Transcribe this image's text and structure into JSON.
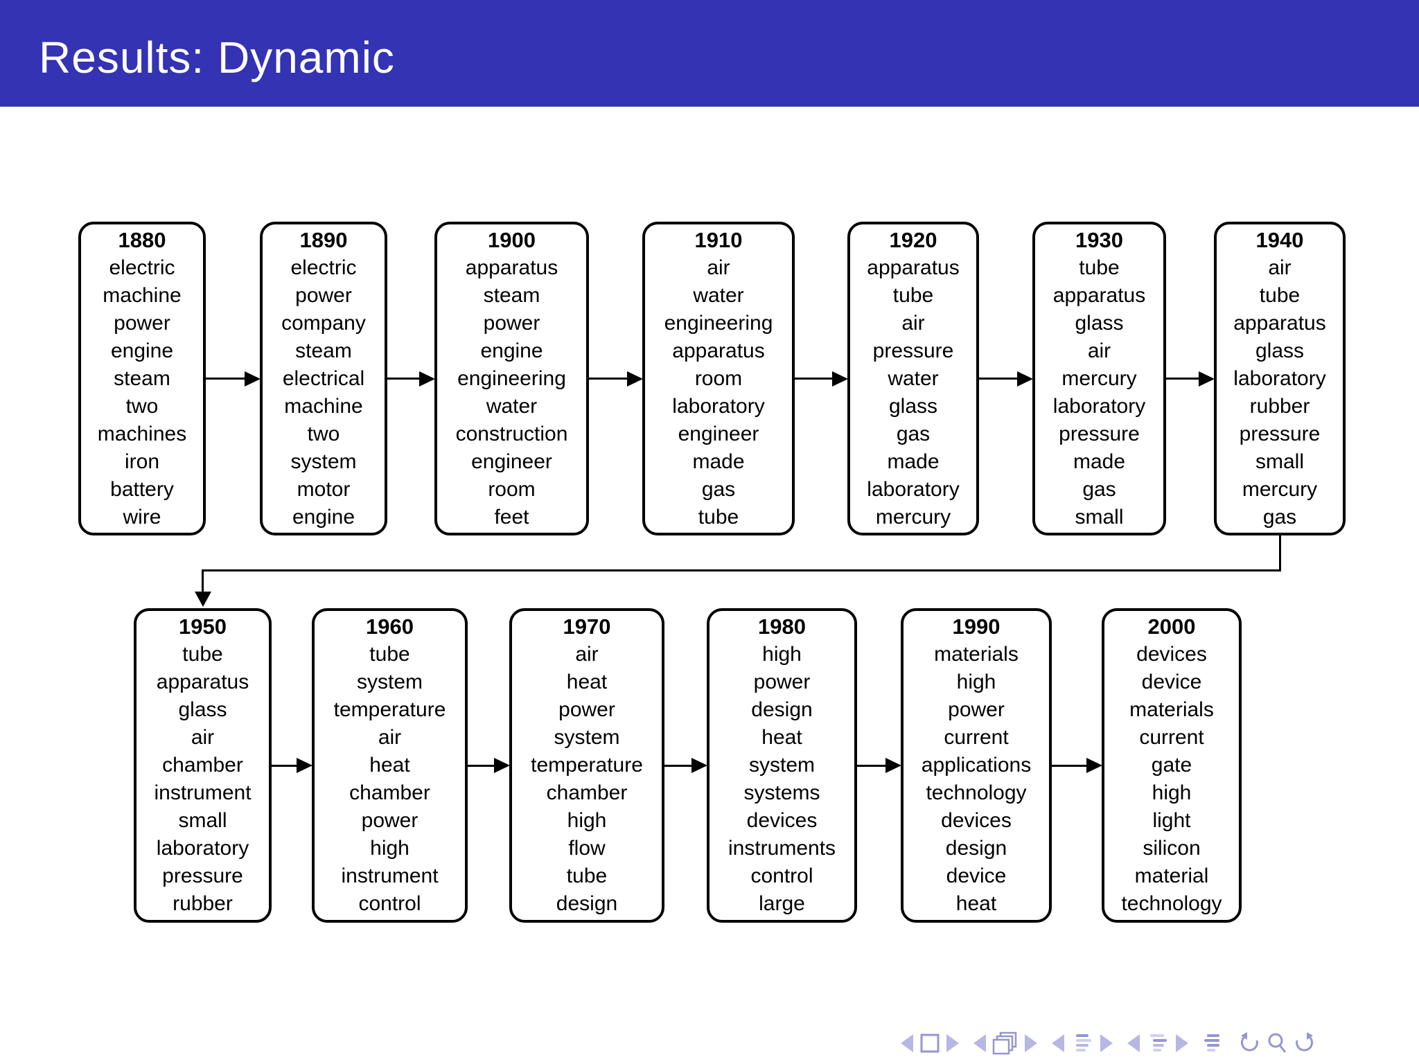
{
  "slide": {
    "title": "Results: Dynamic"
  },
  "colors": {
    "header_bg": "#3333b3",
    "header_text": "#ffffff",
    "box_border": "#000000",
    "box_bg": "#ffffff",
    "text": "#000000",
    "arrow": "#000000",
    "nav_icon_light": "#b7b7e4",
    "nav_icon_mid": "#9595d2",
    "nav_icon_faint": "#cfcfee"
  },
  "timeline": {
    "rows": [
      {
        "boxes": [
          {
            "year": "1880",
            "words": [
              "electric",
              "machine",
              "power",
              "engine",
              "steam",
              "two",
              "machines",
              "iron",
              "battery",
              "wire"
            ]
          },
          {
            "year": "1890",
            "words": [
              "electric",
              "power",
              "company",
              "steam",
              "electrical",
              "machine",
              "two",
              "system",
              "motor",
              "engine"
            ]
          },
          {
            "year": "1900",
            "words": [
              "apparatus",
              "steam",
              "power",
              "engine",
              "engineering",
              "water",
              "construction",
              "engineer",
              "room",
              "feet"
            ]
          },
          {
            "year": "1910",
            "words": [
              "air",
              "water",
              "engineering",
              "apparatus",
              "room",
              "laboratory",
              "engineer",
              "made",
              "gas",
              "tube"
            ]
          },
          {
            "year": "1920",
            "words": [
              "apparatus",
              "tube",
              "air",
              "pressure",
              "water",
              "glass",
              "gas",
              "made",
              "laboratory",
              "mercury"
            ]
          },
          {
            "year": "1930",
            "words": [
              "tube",
              "apparatus",
              "glass",
              "air",
              "mercury",
              "laboratory",
              "pressure",
              "made",
              "gas",
              "small"
            ]
          },
          {
            "year": "1940",
            "words": [
              "air",
              "tube",
              "apparatus",
              "glass",
              "laboratory",
              "rubber",
              "pressure",
              "small",
              "mercury",
              "gas"
            ]
          }
        ]
      },
      {
        "boxes": [
          {
            "year": "1950",
            "words": [
              "tube",
              "apparatus",
              "glass",
              "air",
              "chamber",
              "instrument",
              "small",
              "laboratory",
              "pressure",
              "rubber"
            ]
          },
          {
            "year": "1960",
            "words": [
              "tube",
              "system",
              "temperature",
              "air",
              "heat",
              "chamber",
              "power",
              "high",
              "instrument",
              "control"
            ]
          },
          {
            "year": "1970",
            "words": [
              "air",
              "heat",
              "power",
              "system",
              "temperature",
              "chamber",
              "high",
              "flow",
              "tube",
              "design"
            ]
          },
          {
            "year": "1980",
            "words": [
              "high",
              "power",
              "design",
              "heat",
              "system",
              "systems",
              "devices",
              "instruments",
              "control",
              "large"
            ]
          },
          {
            "year": "1990",
            "words": [
              "materials",
              "high",
              "power",
              "current",
              "applications",
              "technology",
              "devices",
              "design",
              "device",
              "heat"
            ]
          },
          {
            "year": "2000",
            "words": [
              "devices",
              "device",
              "materials",
              "current",
              "gate",
              "high",
              "light",
              "silicon",
              "material",
              "technology"
            ]
          }
        ]
      }
    ]
  },
  "nav": {
    "icons": [
      "prev-slide",
      "slide-frame",
      "next-slide",
      "prev-frame",
      "frames",
      "next-frame",
      "prev-section",
      "section-list",
      "next-section",
      "prev-subsection",
      "subsection-list",
      "next-subsection",
      "appendix-list",
      "back",
      "search",
      "forward"
    ]
  }
}
